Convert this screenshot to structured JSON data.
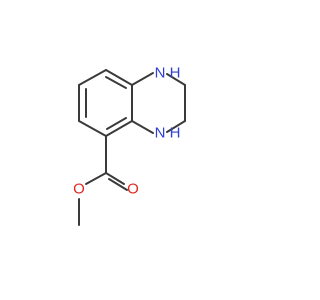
{
  "molecule": {
    "atoms": [
      {
        "id": "n1",
        "label": "N",
        "suffix": "H",
        "color": "#2f40d6"
      },
      {
        "id": "n4",
        "label": "N",
        "suffix": "H",
        "color": "#2f40d6"
      },
      {
        "id": "o-carbonyl",
        "label": "O",
        "color": "#e0271f"
      },
      {
        "id": "o-ester",
        "label": "O",
        "color": "#e0271f"
      }
    ],
    "bond_color": "#3a3a3a"
  }
}
